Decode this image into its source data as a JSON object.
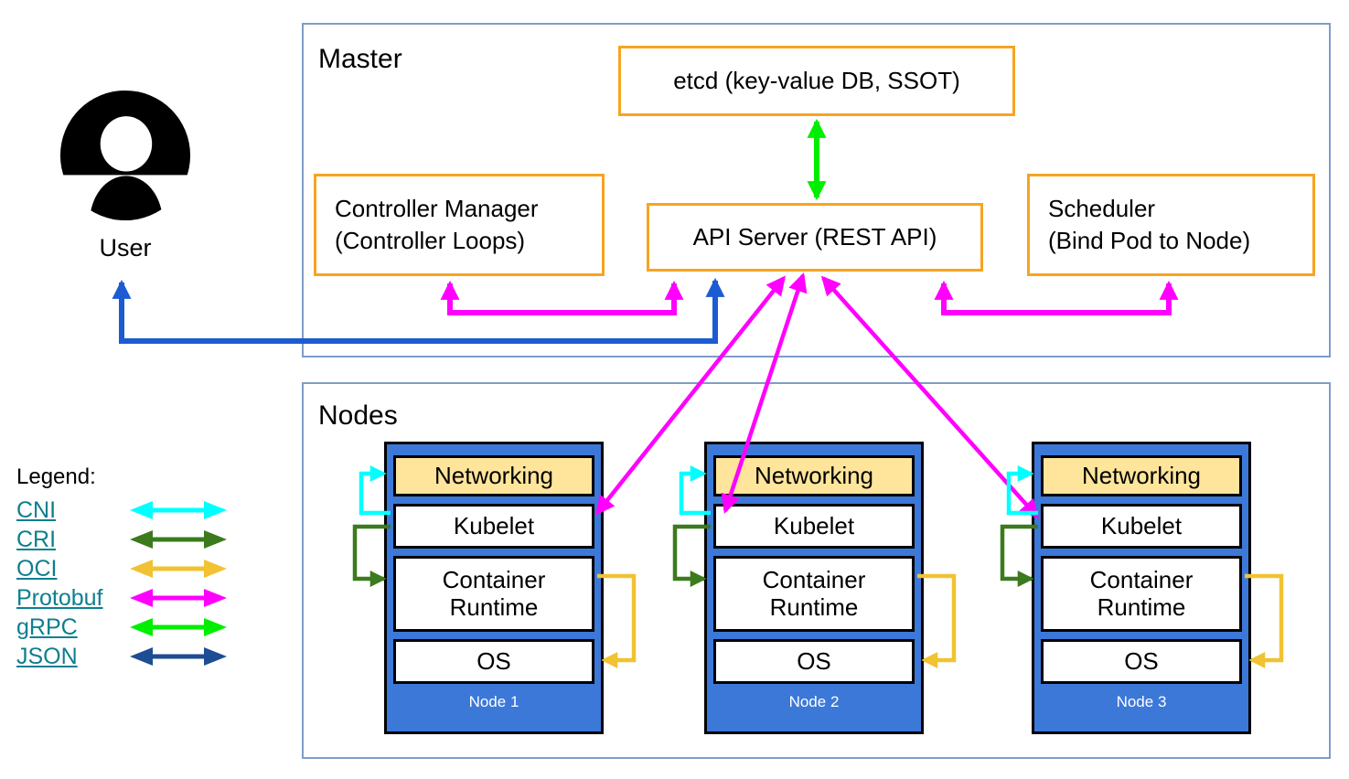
{
  "colors": {
    "outer_border": "#7E9DC8",
    "component_border": "#F7A420",
    "node_fill": "#3C78D8",
    "networking_fill": "#FFE59B",
    "legend_link": "#0D7F8F",
    "cni": "#00FFFF",
    "cri": "#3C7A1E",
    "oci": "#F1C232",
    "protobuf": "#FF00FF",
    "grpc": "#00EE00",
    "json": "#1D4E94",
    "user_arrow": "#1C5BD2"
  },
  "user": {
    "label": "User"
  },
  "master": {
    "title": "Master",
    "etcd": "etcd (key-value DB, SSOT)",
    "api_server": "API Server (REST API)",
    "controller_manager": [
      "Controller Manager",
      "(Controller Loops)"
    ],
    "scheduler": [
      "Scheduler",
      "(Bind Pod to Node)"
    ]
  },
  "nodes_section": {
    "title": "Nodes",
    "layers": [
      "Networking",
      "Kubelet",
      "Container Runtime",
      "OS"
    ],
    "nodes": [
      {
        "label": "Node 1"
      },
      {
        "label": "Node 2"
      },
      {
        "label": "Node 3"
      }
    ]
  },
  "legend": {
    "title": "Legend:",
    "items": [
      {
        "label": "CNI"
      },
      {
        "label": "CRI"
      },
      {
        "label": "OCI"
      },
      {
        "label": "Protobuf"
      },
      {
        "label": "gRPC"
      },
      {
        "label": "JSON"
      }
    ]
  }
}
